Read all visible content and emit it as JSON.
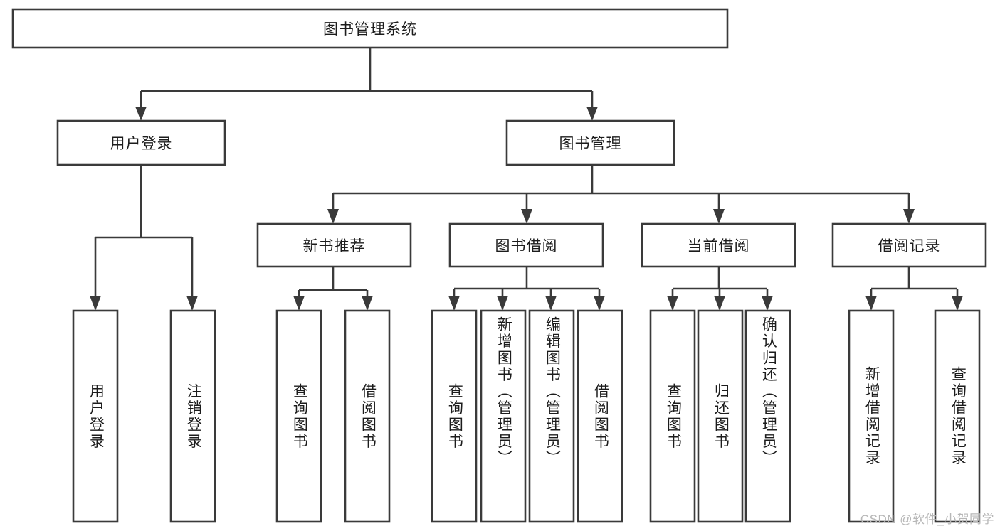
{
  "diagram": {
    "type": "tree-hierarchy",
    "title": "图书管理系统",
    "orientation": "top-down",
    "colors": {
      "background": "#ffffff",
      "box_fill": "#ffffff",
      "box_stroke": "#3a3a3a",
      "text": "#1c1c1c",
      "watermark": "#b7b7b7"
    },
    "root": {
      "label": "图书管理系统"
    },
    "level2": [
      {
        "label": "用户登录"
      },
      {
        "label": "图书管理"
      }
    ],
    "level3": [
      {
        "label": "新书推荐"
      },
      {
        "label": "图书借阅"
      },
      {
        "label": "当前借阅"
      },
      {
        "label": "借阅记录"
      }
    ],
    "leaves_user_login": [
      {
        "label": "用户登录"
      },
      {
        "label": "注销登录"
      }
    ],
    "leaves_new_book": [
      {
        "label": "查询图书"
      },
      {
        "label": "借阅图书"
      }
    ],
    "leaves_borrow": [
      {
        "label": "查询图书"
      },
      {
        "label": "新增图书（管理员）"
      },
      {
        "label": "编辑图书（管理员）"
      },
      {
        "label": "借阅图书"
      }
    ],
    "leaves_current": [
      {
        "label": "查询图书"
      },
      {
        "label": "归还图书"
      },
      {
        "label": "确认归还（管理员）"
      }
    ],
    "leaves_records": [
      {
        "label": "新增借阅记录"
      },
      {
        "label": "查询借阅记录"
      }
    ]
  },
  "watermark": {
    "text": "CSDN @软件_小贺同学"
  }
}
